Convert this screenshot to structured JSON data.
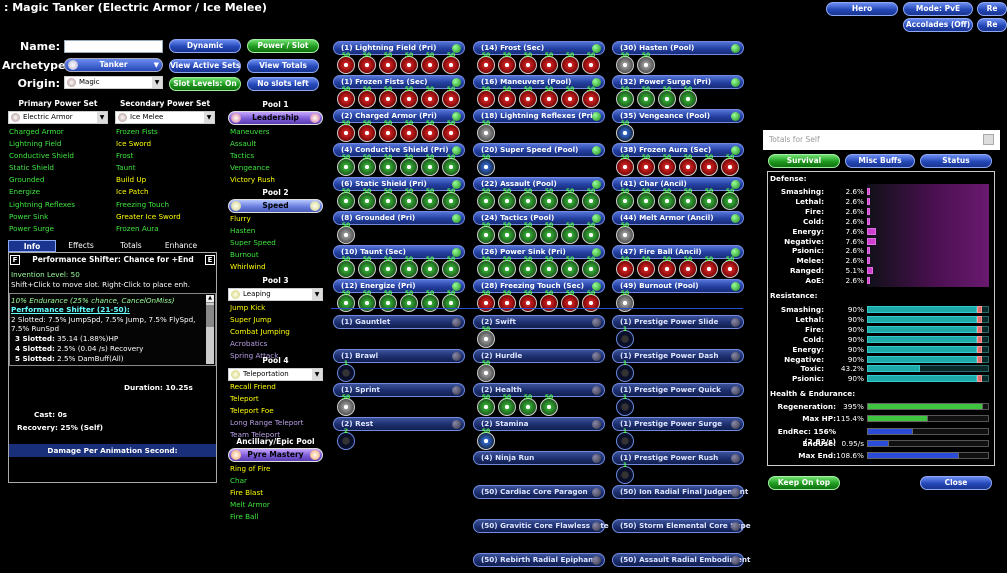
{
  "title": ": Magic Tanker (Electric Armor / Ice Melee)",
  "topbar": {
    "hero": "Hero",
    "mode": "Mode: PvE",
    "accolades": "Accolades (Off)",
    "re1": "Re",
    "re2": "Re"
  },
  "char": {
    "name_label": "Name:",
    "archetype_label": "Archetype:",
    "origin_label": "Origin:",
    "name_value": "",
    "archetype": "Tanker",
    "origin": "Magic"
  },
  "buttons": {
    "dynamic": "Dynamic",
    "power_slot": "Power / Slot",
    "view_active": "View Active Sets",
    "view_totals": "View Totals",
    "slot_levels": "Slot Levels: On",
    "no_slots": "No slots left"
  },
  "primary": {
    "header": "Primary Power Set",
    "selected": "Electric Armor",
    "items": [
      "Charged Armor",
      "Lightning Field",
      "Conductive Shield",
      "Static Shield",
      "Grounded",
      "Energize",
      "Lightning Reflexes",
      "Power Sink",
      "Power Surge"
    ]
  },
  "secondary": {
    "header": "Secondary Power Set",
    "selected": "Ice Melee",
    "items": [
      "Frozen Fists",
      "Ice Sword",
      "Frost",
      "Taunt",
      "Build Up",
      "Ice Patch",
      "Freezing Touch",
      "Greater Ice Sword",
      "Frozen Aura"
    ]
  },
  "pool1": {
    "header": "Pool 1",
    "name": "Leadership",
    "items": [
      "Maneuvers",
      "Assault",
      "Tactics",
      "Vengeance",
      "Victory Rush"
    ]
  },
  "pool2": {
    "header": "Pool 2",
    "name": "Speed",
    "items": [
      "Flurry",
      "Hasten",
      "Super Speed",
      "Burnout",
      "Whirlwind"
    ]
  },
  "pool3": {
    "header": "Pool 3",
    "name": "Leaping",
    "items": [
      "Jump Kick",
      "Super Jump",
      "Combat Jumping",
      "Acrobatics",
      "Spring Attack"
    ]
  },
  "pool4": {
    "header": "Pool 4",
    "name": "Teleportation",
    "items": [
      "Recall Friend",
      "Teleport",
      "Teleport Foe",
      "Long Range Teleport",
      "Team Teleport"
    ]
  },
  "epic": {
    "header": "Ancillary/Epic Pool",
    "name": "Pyre Mastery",
    "items": [
      "Ring of Fire",
      "Char",
      "Fire Blast",
      "Melt Armor",
      "Fire Ball"
    ]
  },
  "info": {
    "tabs": [
      "Info",
      "Effects",
      "Totals",
      "Enhance"
    ],
    "f": "F",
    "title": "Performance Shifter: Chance for +End",
    "e": "E",
    "level": "Invention Level: 50",
    "hint": "Shift+Click to move slot. Right-Click to place enh.",
    "line1": "10% Endurance (25% chance, CancelOnMiss)",
    "setname": "Performance Shifter (21-50):",
    "setdesc": "2 Slotted: 7.5% JumpSpd, 7.5% Jump, 7.5% FlySpd, 7.5% RunSpd",
    "b3k": "3 Slotted:",
    "b3v": "35.14 (1.88%)HP",
    "b4k": "4 Slotted:",
    "b4v": "2.5% (0.04 /s) Recovery",
    "b5k": "5 Slotted:",
    "b5v": "2.5% DamBuff(All)",
    "duration": "Duration: 10.25s",
    "cast": "Cast: 0s",
    "recovery": "Recovery: 25% (Self)",
    "dpa": "Damage Per Animation Second:"
  },
  "powers": [
    {
      "n": "(1) Lightning Field (Pri)",
      "s": [
        [
          "50",
          "r"
        ],
        [
          "50",
          "r"
        ],
        [
          "50",
          "r"
        ],
        [
          "50",
          "r"
        ],
        [
          "50",
          "r"
        ],
        [
          "50",
          "r"
        ]
      ]
    },
    {
      "n": "(1) Frozen Fists (Sec)",
      "s": [
        [
          "50",
          "r"
        ],
        [
          "50",
          "r"
        ],
        [
          "50",
          "r"
        ],
        [
          "50",
          "r"
        ],
        [
          "50",
          "r"
        ],
        [
          "50",
          "r"
        ]
      ]
    },
    {
      "n": "(2) Charged Armor (Pri)",
      "s": [
        [
          "50",
          "r"
        ],
        [
          "50",
          "r"
        ],
        [
          "50",
          "r"
        ],
        [
          "50",
          "r"
        ],
        [
          "50",
          "r"
        ],
        [
          "50",
          "r"
        ]
      ]
    },
    {
      "n": "(4) Conductive Shield (Pri)",
      "s": [
        [
          "50",
          "g"
        ],
        [
          "50",
          "g"
        ],
        [
          "50",
          "g"
        ],
        [
          "50",
          "g"
        ],
        [
          "50",
          "g"
        ],
        [
          "50",
          "g"
        ]
      ]
    },
    {
      "n": "(6) Static Shield (Pri)",
      "s": [
        [
          "50",
          "g"
        ],
        [
          "50",
          "g"
        ],
        [
          "50",
          "g"
        ],
        [
          "50",
          "g"
        ],
        [
          "50",
          "g"
        ],
        [
          "50",
          "g"
        ]
      ]
    },
    {
      "n": "(8) Grounded (Pri)",
      "s": [
        [
          "50",
          "gr"
        ]
      ]
    },
    {
      "n": "(10) Taunt (Sec)",
      "s": [
        [
          "50",
          "g"
        ],
        [
          "50",
          "g"
        ],
        [
          "50",
          "g"
        ],
        [
          "50",
          "g"
        ],
        [
          "50",
          "g"
        ],
        [
          "50",
          "g"
        ]
      ]
    },
    {
      "n": "(12) Energize (Pri)",
      "s": [
        [
          "50",
          "g"
        ],
        [
          "50",
          "g"
        ],
        [
          "50",
          "g"
        ],
        [
          "50",
          "g"
        ],
        [
          "50",
          "g"
        ],
        [
          "50",
          "g"
        ]
      ]
    },
    {
      "n": "(14) Frost (Sec)",
      "s": [
        [
          "50",
          "r"
        ],
        [
          "50",
          "r"
        ],
        [
          "50",
          "r"
        ],
        [
          "50",
          "r"
        ],
        [
          "50",
          "r"
        ],
        [
          "50",
          "r"
        ]
      ]
    },
    {
      "n": "(16) Maneuvers (Pool)",
      "s": [
        [
          "50",
          "r"
        ],
        [
          "50",
          "r"
        ],
        [
          "50",
          "r"
        ],
        [
          "50",
          "r"
        ],
        [
          "50",
          "r"
        ],
        [
          "50",
          "r"
        ]
      ]
    },
    {
      "n": "(18) Lightning Reflexes (Pri)",
      "s": [
        [
          "50",
          "gr"
        ]
      ]
    },
    {
      "n": "(20) Super Speed (Pool)",
      "s": [
        [
          "50",
          "b"
        ]
      ]
    },
    {
      "n": "(22) Assault (Pool)",
      "s": [
        [
          "50",
          "g"
        ],
        [
          "50",
          "g"
        ],
        [
          "50",
          "g"
        ],
        [
          "50",
          "g"
        ],
        [
          "50",
          "g"
        ],
        [
          "50",
          "g"
        ]
      ]
    },
    {
      "n": "(24) Tactics (Pool)",
      "s": [
        [
          "50",
          "g"
        ],
        [
          "50",
          "g"
        ],
        [
          "50",
          "g"
        ],
        [
          "50",
          "g"
        ],
        [
          "50",
          "g"
        ],
        [
          "50",
          "g"
        ]
      ]
    },
    {
      "n": "(26) Power Sink (Pri)",
      "s": [
        [
          "50",
          "g"
        ],
        [
          "50",
          "g"
        ],
        [
          "50",
          "g"
        ],
        [
          "50",
          "g"
        ],
        [
          "50",
          "g"
        ],
        [
          "50",
          "g"
        ]
      ]
    },
    {
      "n": "(28) Freezing Touch (Sec)",
      "s": [
        [
          "50",
          "r"
        ],
        [
          "50",
          "r"
        ],
        [
          "50",
          "r"
        ],
        [
          "50",
          "r"
        ],
        [
          "50",
          "r"
        ],
        [
          "50",
          "r"
        ]
      ]
    },
    {
      "n": "(30) Hasten (Pool)",
      "s": [
        [
          "50",
          "gr"
        ],
        [
          "50",
          "gr"
        ]
      ]
    },
    {
      "n": "(32) Power Surge (Pri)",
      "s": [
        [
          "50",
          "g"
        ],
        [
          "50",
          "g"
        ],
        [
          "50",
          "g"
        ],
        [
          "50",
          "g"
        ]
      ]
    },
    {
      "n": "(35) Vengeance (Pool)",
      "s": [
        [
          "50",
          "b"
        ]
      ]
    },
    {
      "n": "(38) Frozen Aura (Sec)",
      "s": [
        [
          "50",
          "r"
        ],
        [
          "50",
          "r"
        ],
        [
          "50",
          "r"
        ],
        [
          "50",
          "r"
        ],
        [
          "50",
          "r"
        ],
        [
          "50",
          "r"
        ]
      ]
    },
    {
      "n": "(41) Char (Ancil)",
      "s": [
        [
          "50",
          "g"
        ],
        [
          "50",
          "g"
        ],
        [
          "50",
          "g"
        ],
        [
          "50",
          "g"
        ],
        [
          "50",
          "g"
        ],
        [
          "50",
          "g"
        ]
      ]
    },
    {
      "n": "(44) Melt Armor (Ancil)",
      "s": [
        [
          "50",
          "gr"
        ]
      ]
    },
    {
      "n": "(47) Fire Ball (Ancil)",
      "s": [
        [
          "50",
          "r"
        ],
        [
          "50",
          "r"
        ],
        [
          "50",
          "r"
        ],
        [
          "50",
          "r"
        ],
        [
          "50",
          "r"
        ],
        [
          "50",
          "r"
        ]
      ]
    },
    {
      "n": "(49) Burnout (Pool)",
      "s": [
        [
          "50",
          "gr"
        ]
      ]
    }
  ],
  "inherent": {
    "col1": [
      {
        "n": "(1) Gauntlet",
        "s": []
      },
      {
        "n": "(1) Brawl",
        "s": [
          [
            "1",
            "e"
          ]
        ]
      },
      {
        "n": "(1) Sprint",
        "s": [
          [
            "50",
            "gr"
          ]
        ]
      },
      {
        "n": "(2) Rest",
        "s": [
          [
            "2",
            "e"
          ]
        ]
      }
    ],
    "col2": [
      {
        "n": "(2) Swift",
        "s": [
          [
            "50",
            "gr"
          ]
        ]
      },
      {
        "n": "(2) Hurdle",
        "s": [
          [
            "50",
            "gr"
          ]
        ]
      },
      {
        "n": "(2) Health",
        "s": [
          [
            "50",
            "g"
          ],
          [
            "50",
            "g"
          ],
          [
            "50",
            "g"
          ],
          [
            "50",
            "g"
          ]
        ]
      },
      {
        "n": "(2) Stamina",
        "s": [
          [
            "50",
            "b"
          ]
        ]
      },
      {
        "n": "(4) Ninja Run",
        "s": []
      },
      {
        "n": "(50) Cardiac Core Paragon",
        "s": []
      },
      {
        "n": "(50) Gravitic Core Flawless Inte",
        "s": []
      },
      {
        "n": "(50) Rebirth Radial Epiphany",
        "s": []
      }
    ],
    "col3": [
      {
        "n": "(1) Prestige Power Slide",
        "s": [
          [
            "1",
            "e"
          ]
        ]
      },
      {
        "n": "(1) Prestige Power Dash",
        "s": [
          [
            "1",
            "e"
          ]
        ]
      },
      {
        "n": "(1) Prestige Power Quick",
        "s": [
          [
            "1",
            "e"
          ]
        ]
      },
      {
        "n": "(1) Prestige Power Surge",
        "s": [
          [
            "1",
            "e"
          ]
        ]
      },
      {
        "n": "(1) Prestige Power Rush",
        "s": [
          [
            "1",
            "e"
          ]
        ]
      },
      {
        "n": "(50) Ion Radial Final Judgement",
        "s": []
      },
      {
        "n": "(50) Storm Elemental Core Supe",
        "s": []
      },
      {
        "n": "(50) Assault Radial Embodiment",
        "s": []
      }
    ]
  },
  "totals": {
    "title": "Totals for Self",
    "tabs": [
      "Survival",
      "Misc Buffs",
      "Status"
    ],
    "defense_h": "Defense:",
    "defense": [
      {
        "k": "Smashing:",
        "v": "2.6%",
        "p": 2.6
      },
      {
        "k": "Lethal:",
        "v": "2.6%",
        "p": 2.6
      },
      {
        "k": "Fire:",
        "v": "2.6%",
        "p": 2.6
      },
      {
        "k": "Cold:",
        "v": "2.6%",
        "p": 2.6
      },
      {
        "k": "Energy:",
        "v": "7.6%",
        "p": 7.6
      },
      {
        "k": "Negative:",
        "v": "7.6%",
        "p": 7.6
      },
      {
        "k": "Psionic:",
        "v": "2.6%",
        "p": 2.6
      },
      {
        "k": "Melee:",
        "v": "2.6%",
        "p": 2.6
      },
      {
        "k": "Ranged:",
        "v": "5.1%",
        "p": 5.1
      },
      {
        "k": "AoE:",
        "v": "2.6%",
        "p": 2.6
      }
    ],
    "resist_h": "Resistance:",
    "resist": [
      {
        "k": "Smashing:",
        "v": "90%",
        "p": 90
      },
      {
        "k": "Lethal:",
        "v": "90%",
        "p": 90
      },
      {
        "k": "Fire:",
        "v": "90%",
        "p": 90
      },
      {
        "k": "Cold:",
        "v": "90%",
        "p": 90
      },
      {
        "k": "Energy:",
        "v": "90%",
        "p": 90
      },
      {
        "k": "Negative:",
        "v": "90%",
        "p": 90
      },
      {
        "k": "Toxic:",
        "v": "43.2%",
        "p": 43.2
      },
      {
        "k": "Psionic:",
        "v": "90%",
        "p": 90
      }
    ],
    "health_h": "Health & Endurance:",
    "health": [
      {
        "k": "Regeneration:",
        "v": "395%",
        "p": 0.95,
        "c": "#3ec43e"
      },
      {
        "k": "Max HP:",
        "v": "115.4%",
        "p": 0.5,
        "c": "#3ec43e"
      },
      {
        "k": "EndRec: 156% (2.82/s)",
        "v": "",
        "p": 0.38,
        "c": "#2b4cd8"
      },
      {
        "k": "EndUse:",
        "v": "0.95/s",
        "p": 0.18,
        "c": "#2b4cd8"
      },
      {
        "k": "Max End:",
        "v": "108.6%",
        "p": 0.75,
        "c": "#2b4cd8"
      }
    ],
    "keep_on_top": "Keep On top",
    "close": "Close"
  }
}
